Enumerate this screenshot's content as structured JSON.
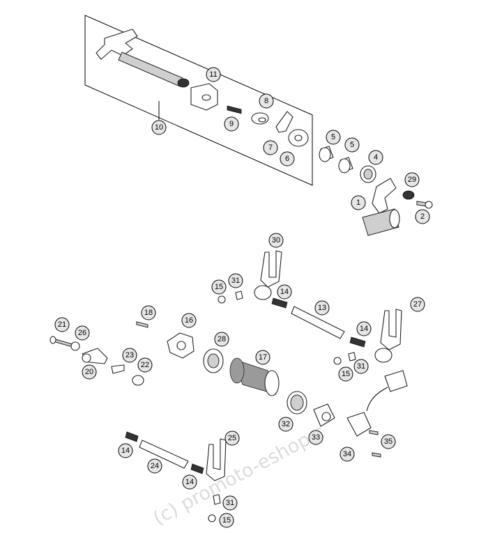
{
  "watermark": "(c) promoto-eshop.c",
  "callouts": {
    "c1": "1",
    "c2": "2",
    "c4": "4",
    "c5a": "5",
    "c5b": "5",
    "c6": "6",
    "c7": "7",
    "c8": "8",
    "c9": "9",
    "c10": "10",
    "c11": "11",
    "c13": "13",
    "c14a": "14",
    "c14b": "14",
    "c14c": "14",
    "c14d": "14",
    "c15a": "15",
    "c15b": "15",
    "c15c": "15",
    "c16": "16",
    "c17": "17",
    "c18": "18",
    "c20": "20",
    "c21": "21",
    "c22": "22",
    "c23": "23",
    "c24": "24",
    "c25": "25",
    "c26": "26",
    "c27": "27",
    "c28": "28",
    "c29": "29",
    "c30": "30",
    "c31a": "31",
    "c31b": "31",
    "c31c": "31",
    "c32": "32",
    "c33": "33",
    "c34": "34",
    "c35": "35"
  }
}
